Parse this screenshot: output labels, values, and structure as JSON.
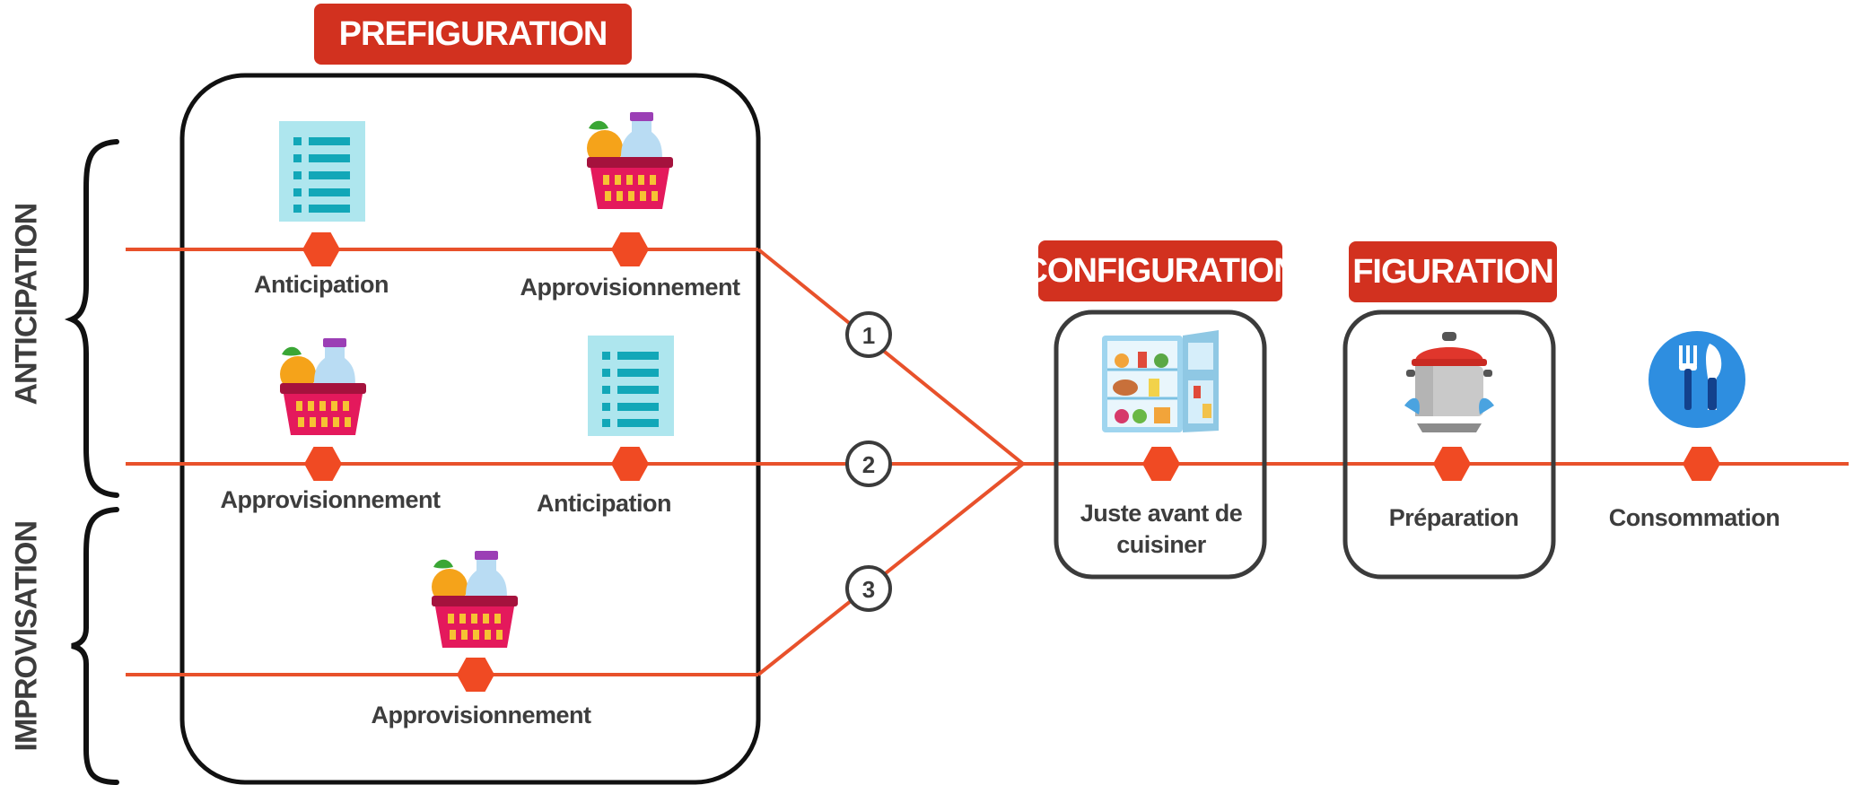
{
  "headers": {
    "prefiguration": "PREFIGURATION",
    "configuration": "CONFIGURATION",
    "figuration": "FIGURATION"
  },
  "side_labels": {
    "anticipation": "ANTICIPATION",
    "improvisation": "IMPROVISATION"
  },
  "paths": {
    "path1": {
      "number": "1",
      "steps": [
        "Anticipation",
        "Approvisionnement"
      ],
      "icons": [
        "list-icon",
        "basket-icon"
      ]
    },
    "path2": {
      "number": "2",
      "steps": [
        "Approvisionnement",
        "Anticipation"
      ],
      "icons": [
        "basket-icon",
        "list-icon"
      ]
    },
    "path3": {
      "number": "3",
      "steps": [
        "Approvisionnement"
      ],
      "icons": [
        "basket-icon"
      ]
    }
  },
  "stages": {
    "configuration": {
      "line1": "Juste avant de",
      "line2": "cuisiner",
      "icon": "fridge-icon"
    },
    "figuration": {
      "label": "Préparation",
      "icon": "pot-icon"
    },
    "consumption": {
      "label": "Consommation",
      "icon": "cutlery-icon"
    }
  },
  "colors": {
    "accent": "#d2311f",
    "line": "#e8512b",
    "text": "#3d3d3d",
    "box_border": "#111111"
  }
}
